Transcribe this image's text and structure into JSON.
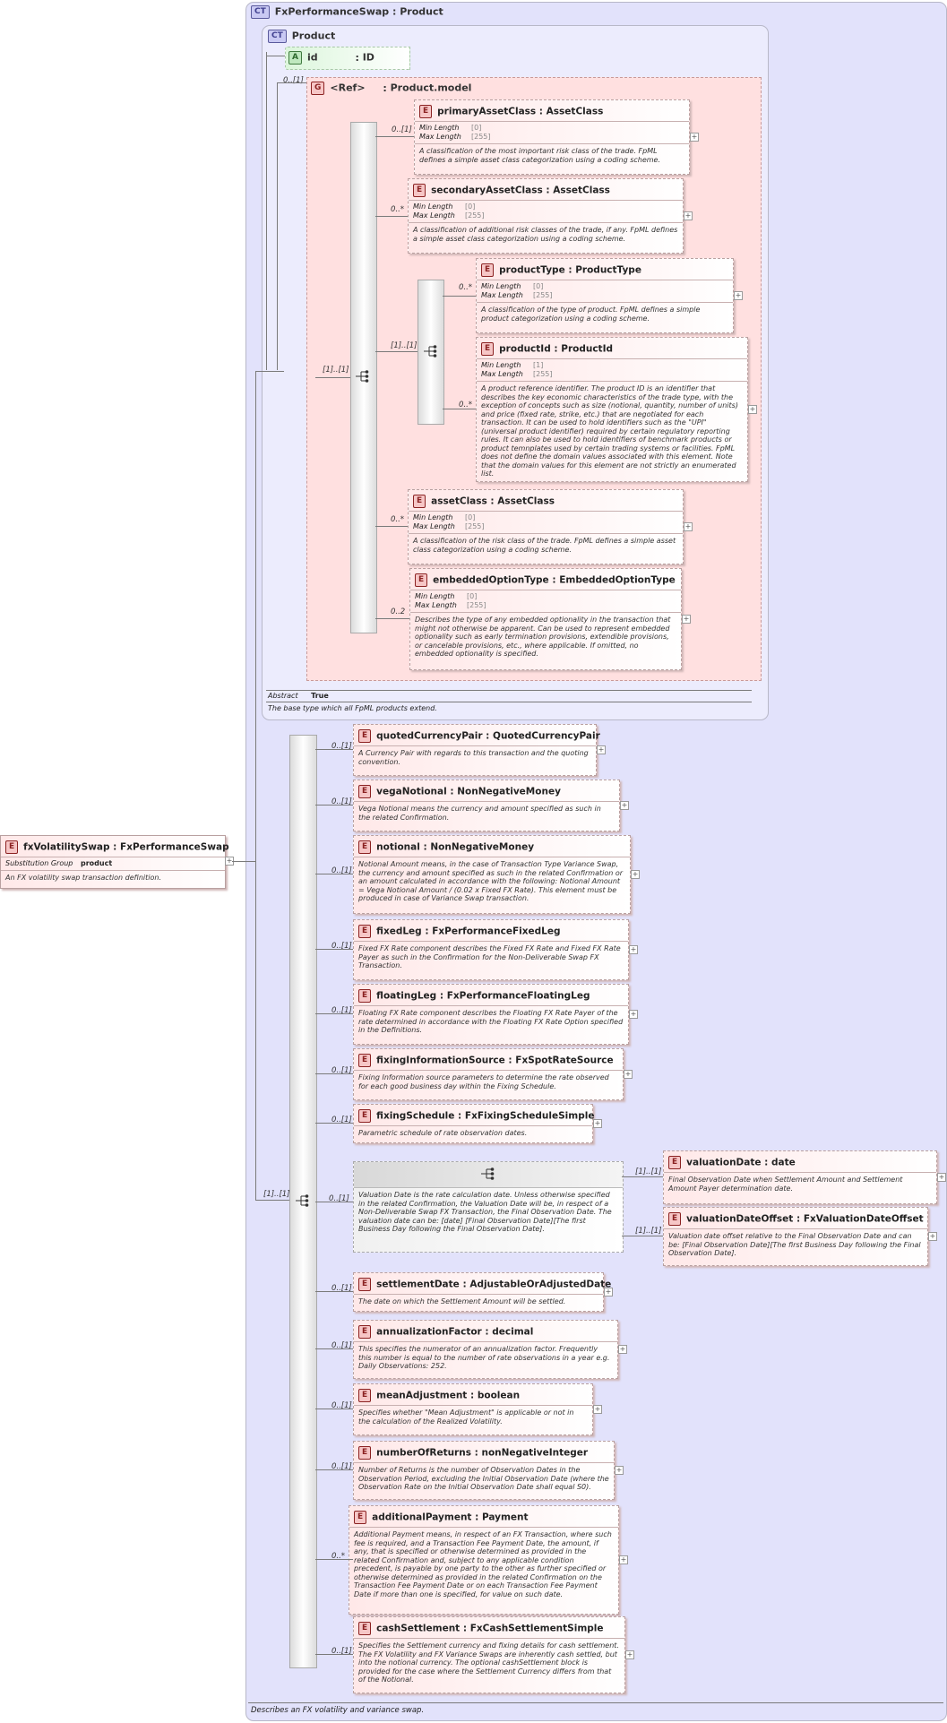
{
  "root": {
    "name": "fxVolatilitySwap",
    "type": "FxPerformanceSwap",
    "sub_group_label": "Substitution Group",
    "sub_group_value": "product",
    "doc": "An FX volatility swap transaction definition."
  },
  "outer_ct": {
    "badge": "CT",
    "name": "FxPerformanceSwap",
    "base": "Product",
    "doc": "Describes an FX volatility and variance swap."
  },
  "product_ct": {
    "badge": "CT",
    "name": "Product",
    "abstract_label": "Abstract",
    "abstract_value": "True",
    "doc": "The base type which all FpML products extend.",
    "attr_badge": "A",
    "attr_name": "id",
    "attr_type": "ID",
    "group_badge": "G",
    "group_name": "<Ref>",
    "group_type": "Product.model",
    "group_card": "0..[1]",
    "seq_card": "[1]..[1]",
    "choice_card": "[1]..[1]"
  },
  "product_elements": [
    {
      "name": "primaryAssetClass",
      "type": "AssetClass",
      "card": "0..[1]",
      "minlen": "[0]",
      "maxlen": "[255]",
      "doc": "A classification of the most important risk class of the trade. FpML defines a simple asset class categorization using a coding scheme."
    },
    {
      "name": "secondaryAssetClass",
      "type": "AssetClass",
      "card": "0..*",
      "minlen": "[0]",
      "maxlen": "[255]",
      "doc": "A classification of additional risk classes of the trade, if any. FpML defines a simple asset class categorization using a coding scheme."
    },
    {
      "name": "productType",
      "type": "ProductType",
      "card": "0..*",
      "minlen": "[0]",
      "maxlen": "[255]",
      "doc": "A classification of the type of product. FpML defines a simple product categorization using a coding scheme."
    },
    {
      "name": "productId",
      "type": "ProductId",
      "card": "0..*",
      "minlen": "[1]",
      "maxlen": "[255]",
      "doc": "A product reference identifier. The product ID is an identifier that describes the key economic characteristics of the trade type, with the exception of concepts such as size (notional, quantity, number of units) and price (fixed rate, strike, etc.) that are negotiated for each transaction. It can be used to hold identifiers such as the \"UPI\" (universal product identifier) required by certain regulatory reporting rules. It can also be used to hold identifiers of benchmark products or product temnplates used by certain trading systems or facilities. FpML does not define the domain values associated with this element. Note that the domain values for this element are not strictly an enumerated list."
    },
    {
      "name": "assetClass",
      "type": "AssetClass",
      "card": "0..*",
      "minlen": "[0]",
      "maxlen": "[255]",
      "doc": "A classification of the risk class of the trade. FpML defines a simple asset class categorization using a coding scheme."
    },
    {
      "name": "embeddedOptionType",
      "type": "EmbeddedOptionType",
      "card": "0..2",
      "minlen": "[0]",
      "maxlen": "[255]",
      "doc": "Describes the type of any embedded optionality in the transaction that might not otherwise be apparent. Can be used to represent embedded optionality such as early termination provisions, extendible provisions, or cancelable provisions, etc., where applicable. If omitted, no embedded optionality is specified."
    }
  ],
  "labels": {
    "min_length": "Min Length",
    "max_length": "Max Length",
    "e_badge": "E",
    "sep": ":"
  },
  "main_seq_card": "[1]..[1]",
  "valuation_choice": {
    "card": "0..[1]",
    "doc": "Valuation Date is the rate calculation date. Unless otherwise specified in the related Confirmation, the Valuation Date will be, in respect of a Non-Deliverable Swap FX Transaction, the Final Observation Date. The valuation date can be: [date] [Final Observation Date][The first Business Day following the Final Observation Date].",
    "options": [
      {
        "name": "valuationDate",
        "type": "date",
        "card": "[1]..[1]",
        "doc": "Final Observation Date when Settlement Amount and Settlement Amount Payer determination date."
      },
      {
        "name": "valuationDateOffset",
        "type": "FxValuationDateOffset",
        "card": "[1]..[1]",
        "doc": "Valuation date offset relative to the Final Observation Date and can be: [Final Observation Date][The first Business Day following the Final Observation Date]."
      }
    ]
  },
  "main_elements": [
    {
      "name": "quotedCurrencyPair",
      "type": "QuotedCurrencyPair",
      "card": "0..[1]",
      "doc": "A Currency Pair with regards to this transaction and the quoting convention."
    },
    {
      "name": "vegaNotional",
      "type": "NonNegativeMoney",
      "card": "0..[1]",
      "doc": "Vega Notional means the currency and amount specified as such in the related Confirmation."
    },
    {
      "name": "notional ",
      "type": "NonNegativeMoney",
      "card": "0..[1]",
      "doc": "Notional Amount means, in the case of Transaction Type Variance Swap, the currency and amount specified as such in the related Confirmation or an amount calculated in accordance with the following: Notional Amount = Vega Notional Amount / (0.02 x Fixed FX Rate). This element must be produced in case of Variance Swap transaction."
    },
    {
      "name": "fixedLeg",
      "type": "FxPerformanceFixedLeg",
      "card": "0..[1]",
      "doc": "Fixed FX Rate component describes the Fixed FX Rate and Fixed FX Rate Payer as such in the Confirmation for the Non-Deliverable Swap FX Transaction."
    },
    {
      "name": "floatingLeg",
      "type": "FxPerformanceFloatingLeg",
      "card": "0..[1]",
      "doc": "Floating FX Rate component describes the Floating FX Rate Payer of the rate determined in accordance with the Floating FX Rate Option specified in the Definitions."
    },
    {
      "name": "fixingInformationSource",
      "type": "FxSpotRateSource",
      "card": "0..[1]",
      "doc": "Fixing Information source parameters to determine the rate observed for each good business day within the Fixing Schedule."
    },
    {
      "name": "fixingSchedule",
      "type": "FxFixingScheduleSimple",
      "card": "0..[1]",
      "doc": "Parametric schedule of rate observation dates."
    },
    {
      "name": "settlementDate",
      "type": "AdjustableOrAdjustedDate",
      "card": "0..[1]",
      "doc": "The date on which the Settlement Amount will be settled."
    },
    {
      "name": "annualizationFactor",
      "type": "decimal",
      "card": "0..[1]",
      "doc": "This specifies the numerator of an annualization factor. Frequently this number is equal to the number of rate observations in a year e.g. Daily Observations: 252."
    },
    {
      "name": "meanAdjustment",
      "type": "boolean",
      "card": "0..[1]",
      "doc": "Specifies whether \"Mean Adjustment\" is applicable or not in the calculation of the Realized Volatility."
    },
    {
      "name": "numberOfReturns",
      "type": "nonNegativeInteger",
      "card": "0..[1]",
      "doc": "Number of Returns is the number of Observation Dates in the Observation Period, excluding the Initial Observation Date (where the Observation Rate on the Initial Observation Date shall equal S0)."
    },
    {
      "name": "additionalPayment",
      "type": "Payment",
      "card": "0..*",
      "doc": "Additional Payment means, in respect of an FX Transaction, where such fee is required, and a Transaction Fee Payment Date, the amount, if any, that is specified or otherwise determined as provided in the related Confirmation and, subject to any applicable condition precedent, is payable by one party to the other as further specified or otherwise determined as provided in the related Confirmation on the Transaction Fee Payment Date or on each Transaction Fee Payment Date if more than one is specified, for value on such date."
    },
    {
      "name": "cashSettlement",
      "type": "FxCashSettlementSimple",
      "card": "0..[1]",
      "doc": "Specifies the Settlement currency and fixing details for cash settlement. The FX Volatility and FX Variance Swaps are inherently cash settled, but into the notional currency. The optional cashSettlement block is provided for the case where the Settlement Currency differs from that of the Notional."
    }
  ]
}
